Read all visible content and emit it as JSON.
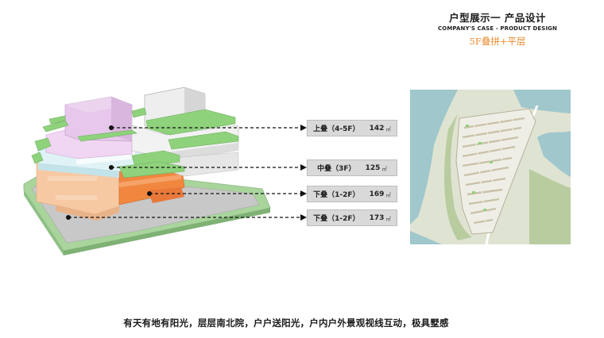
{
  "header": {
    "title": "户型展示一 产品设计",
    "subtitle": "COMPANY'S CASE - PRODUCT DESIGN",
    "variant": "5F叠拼+平层"
  },
  "labels": [
    {
      "name": "上叠（4-5F）",
      "area": "142",
      "unit": "㎡"
    },
    {
      "name": "中叠（3F）",
      "area": "125",
      "unit": "㎡"
    },
    {
      "name": "下叠（1-2F）",
      "area": "169",
      "unit": "㎡"
    },
    {
      "name": "下叠（1-2F）",
      "area": "173",
      "unit": "㎡"
    }
  ],
  "caption": "有天有地有阳光，层层南北院，户户送阳光，户内户外景观视线互动，极具墅感",
  "colors": {
    "upper": "#e7c8ec",
    "middle": "#dff2f6",
    "lower_a": "#f7c9a3",
    "lower_b": "#f1873f",
    "roof_green": "#8fd27c",
    "base_green": "#9ccf93",
    "variant_text": "#e8892a"
  }
}
